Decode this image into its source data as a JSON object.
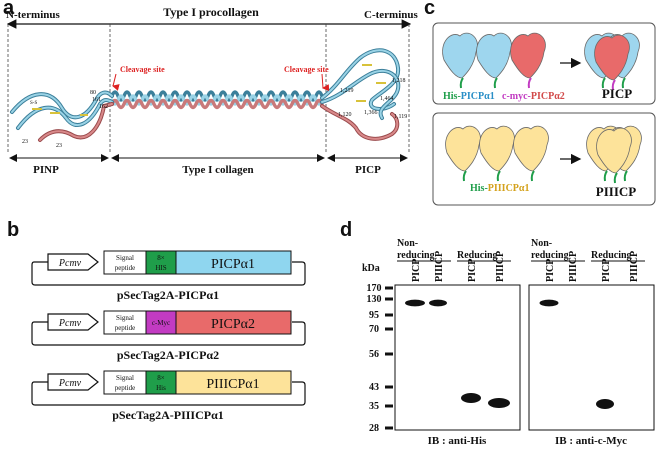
{
  "panels": {
    "a": "a",
    "b": "b",
    "c": "c",
    "d": "d"
  },
  "panel_a": {
    "n_terminus": "N-terminus",
    "c_terminus": "C-terminus",
    "title": "Type I procollagen",
    "cleavage_left": "Cleavage site",
    "cleavage_right": "Cleavage site",
    "pinp": "PINP",
    "collagen": "Type I collagen",
    "picp": "PICP",
    "residues": {
      "r80": "80",
      "r161": "161",
      "r162": "162",
      "r23a": "23",
      "r23b": "23",
      "r1218": "1,218",
      "r1219": "1,219",
      "r1464": "1,464",
      "r1120": "1,120",
      "r1366": "1,366",
      "r1119": "1,119"
    },
    "ss": "S-S"
  },
  "panel_b": {
    "constructs": [
      {
        "promoter": "Pcmv",
        "signal": [
          "Signal",
          "peptide"
        ],
        "tag": [
          "8×",
          "HIS"
        ],
        "gene": "PICPα1",
        "name": "pSecTag2A-PICPα1",
        "tag_color": "#1f9e4a",
        "gene_color": "#8fd6ef"
      },
      {
        "promoter": "Pcmv",
        "signal": [
          "Signal",
          "peptide"
        ],
        "tag": [
          "c-Myc"
        ],
        "gene": "PICPα2",
        "name": "pSecTag2A-PICPα2",
        "tag_color": "#c23bc2",
        "gene_color": "#e86a6a"
      },
      {
        "promoter": "Pcmv",
        "signal": [
          "Signal",
          "peptide"
        ],
        "tag": [
          "8×",
          "His"
        ],
        "gene": "PIIICPα1",
        "name": "pSecTag2A-PIIICPα1",
        "tag_color": "#1f9e4a",
        "gene_color": "#fde39a"
      }
    ]
  },
  "panel_c": {
    "top": {
      "label_his": "His-",
      "label_his_name": "PICPα1",
      "label_myc": "c-myc-",
      "label_myc_name": "PICPα2",
      "product": "PICP"
    },
    "bottom": {
      "label_his": "His-",
      "label_his_name": "PIIICPα1",
      "product": "PIIICP"
    }
  },
  "panel_d": {
    "kda": "kDa",
    "markers": [
      "170",
      "130",
      "95",
      "70",
      "56",
      "43",
      "35",
      "28"
    ],
    "blots": [
      {
        "ib": "IB : anti-His",
        "groups": [
          {
            "label": [
              "Non-",
              "reducing"
            ]
          },
          {
            "label": [
              "Reducing"
            ]
          }
        ],
        "lanes": [
          "PICP",
          "PIIICP",
          "PICP",
          "PIIICP"
        ]
      },
      {
        "ib": "IB : anti-c-Myc",
        "groups": [
          {
            "label": [
              "Non-",
              "reducing"
            ]
          },
          {
            "label": [
              "Reducing"
            ]
          }
        ],
        "lanes": [
          "PICP",
          "PIIICP",
          "PICP",
          "PIIICP"
        ]
      }
    ]
  }
}
